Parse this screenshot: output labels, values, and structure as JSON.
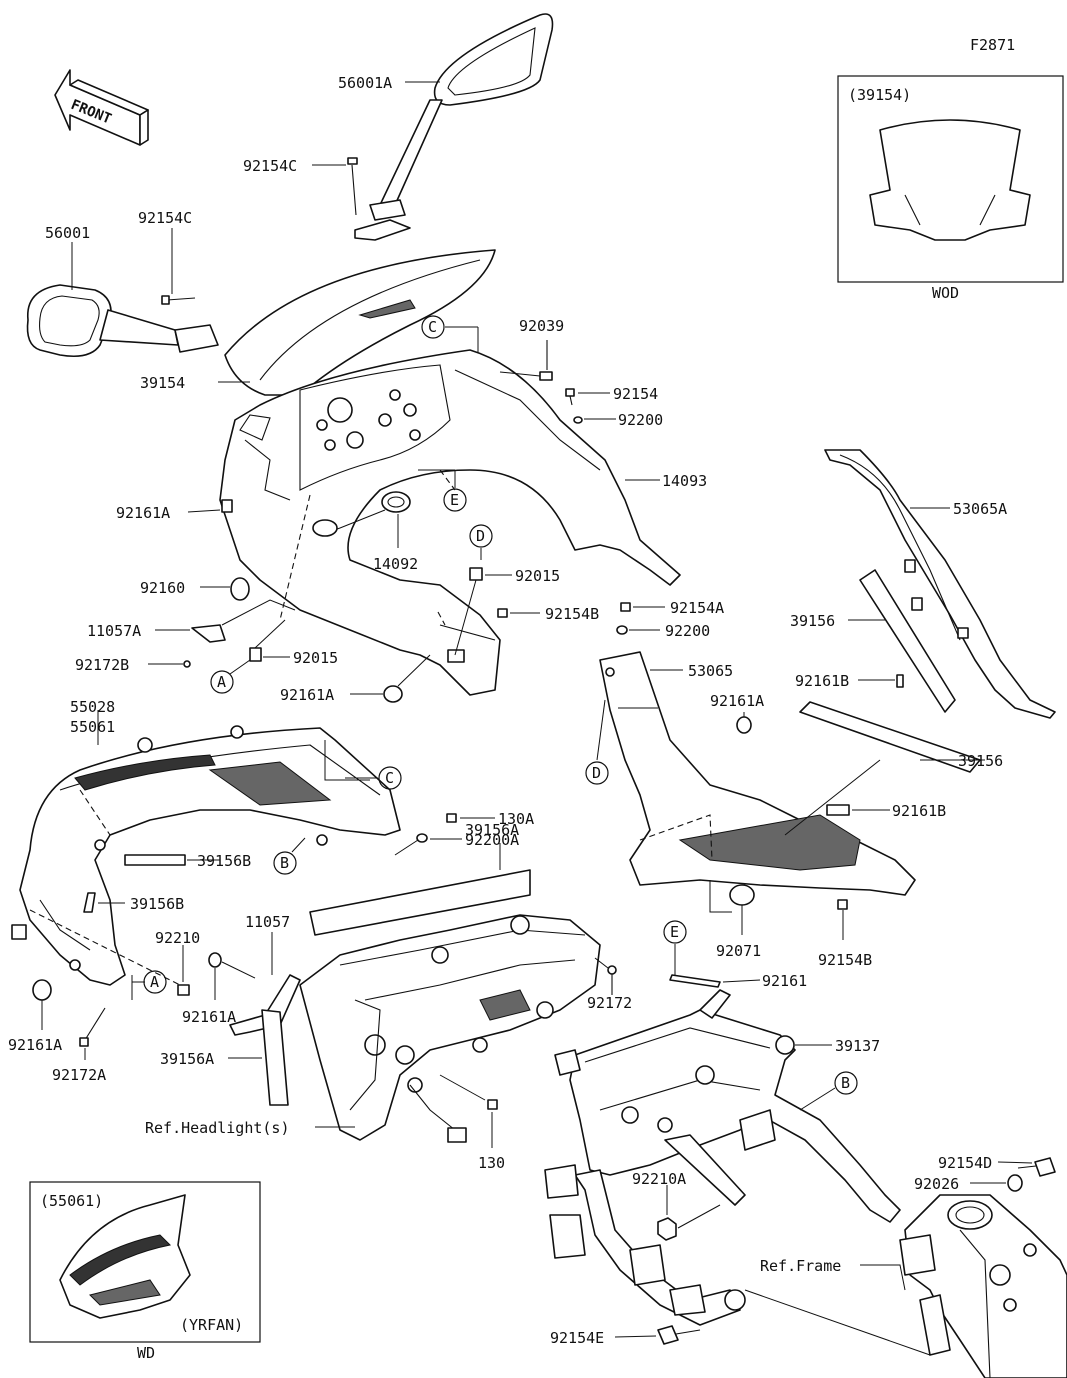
{
  "figure_code": "F2871",
  "front_label": "FRONT",
  "insets": {
    "windshield": {
      "part": "(39154)",
      "caption": "WOD"
    },
    "cowl": {
      "part": "(55061)",
      "color": "(YRFAN)",
      "caption": "WD"
    }
  },
  "labels": {
    "p56001A": "56001A",
    "p92154C_top": "92154C",
    "p56001": "56001",
    "p92154C_left": "92154C",
    "p39154": "39154",
    "p92039": "92039",
    "p92154": "92154",
    "p92200_top": "92200",
    "p14093": "14093",
    "p92161A_a": "92161A",
    "p14092": "14092",
    "p92015_a": "92015",
    "p92160": "92160",
    "p92154B_a": "92154B",
    "p92154A": "92154A",
    "p92200_mid": "92200",
    "p11057A": "11057A",
    "p92172B": "92172B",
    "p92015_b": "92015",
    "p92161A_b": "92161A",
    "p53065A": "53065A",
    "p39156_a": "39156",
    "p92161B_a": "92161B",
    "p53065": "53065",
    "p92161A_c": "92161A",
    "p39156_b": "39156",
    "p92161B_b": "92161B",
    "p55028": "55028",
    "p55061": "55061",
    "p130A": "130A",
    "p92200A": "92200A",
    "p39156A_top": "39156A",
    "p39156B_a": "39156B",
    "p39156B_b": "39156B",
    "p11057": "11057",
    "p92210": "92210",
    "p92161A_d": "92161A",
    "p92161A_e": "92161A",
    "p92172A": "92172A",
    "p39156A_bot": "39156A",
    "p92172": "92172",
    "p92071": "92071",
    "p92154B_b": "92154B",
    "p92161": "92161",
    "p39137": "39137",
    "ref_headlight": "Ref.Headlight(s)",
    "p130": "130",
    "p92210A": "92210A",
    "p92154D": "92154D",
    "p92026": "92026",
    "ref_frame": "Ref.Frame",
    "p92154E": "92154E"
  },
  "callouts": {
    "c1": "C",
    "c2": "C",
    "d1": "D",
    "d2": "D",
    "e1": "E",
    "e2": "E",
    "a1": "A",
    "a2": "A",
    "b1": "B",
    "b2": "B"
  }
}
